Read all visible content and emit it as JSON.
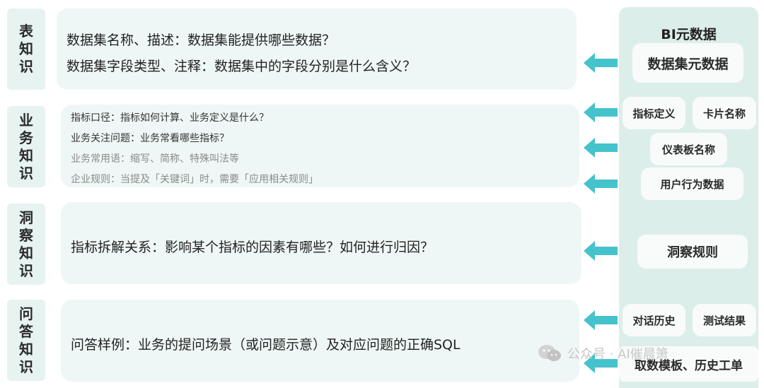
{
  "categories": [
    {
      "chars": [
        "表",
        "知",
        "识"
      ]
    },
    {
      "chars": [
        "业",
        "务",
        "知",
        "识"
      ]
    },
    {
      "chars": [
        "洞",
        "察",
        "知",
        "识"
      ]
    },
    {
      "chars": [
        "问",
        "答",
        "知",
        "识"
      ]
    }
  ],
  "panels": {
    "table": {
      "line1": "数据集名称、描述：数据集能提供哪些数据？",
      "line2": "数据集字段类型、注释：数据集中的字段分别是什么含义？"
    },
    "business": {
      "line1": "指标口径：指标如何计算、业务定义是什么？",
      "line2": "业务关注问题：业务常看哪些指标？",
      "line3": "业务常用语：缩写、简称、特殊叫法等",
      "line4": "企业规则：当提及「关键词」时，需要「应用相关规则」"
    },
    "insight": {
      "line1": "指标拆解关系：影响某个指标的因素有哪些？如何进行归因？"
    },
    "qa": {
      "line1": "问答样例：业务的提问场景（或问题示意）及对应问题的正确SQL"
    }
  },
  "sidebar": {
    "title": "BI元数据",
    "chips": {
      "dataset_meta": "数据集元数据",
      "metric_def": "指标定义",
      "card_name": "卡片名称",
      "dashboard_name": "仪表板名称",
      "user_behavior": "用户行为数据",
      "insight_rules": "洞察规则",
      "chat_history": "对话历史",
      "test_results": "测试结果",
      "fetch_templates": "取数模板、历史工单"
    }
  },
  "watermark": {
    "text": "公众号 · AI催晨箫"
  },
  "colors": {
    "arrow": "#45c3cc",
    "panel": "#eef7f5",
    "category": "#e6f3f1",
    "sidebar": "#dceee9"
  }
}
